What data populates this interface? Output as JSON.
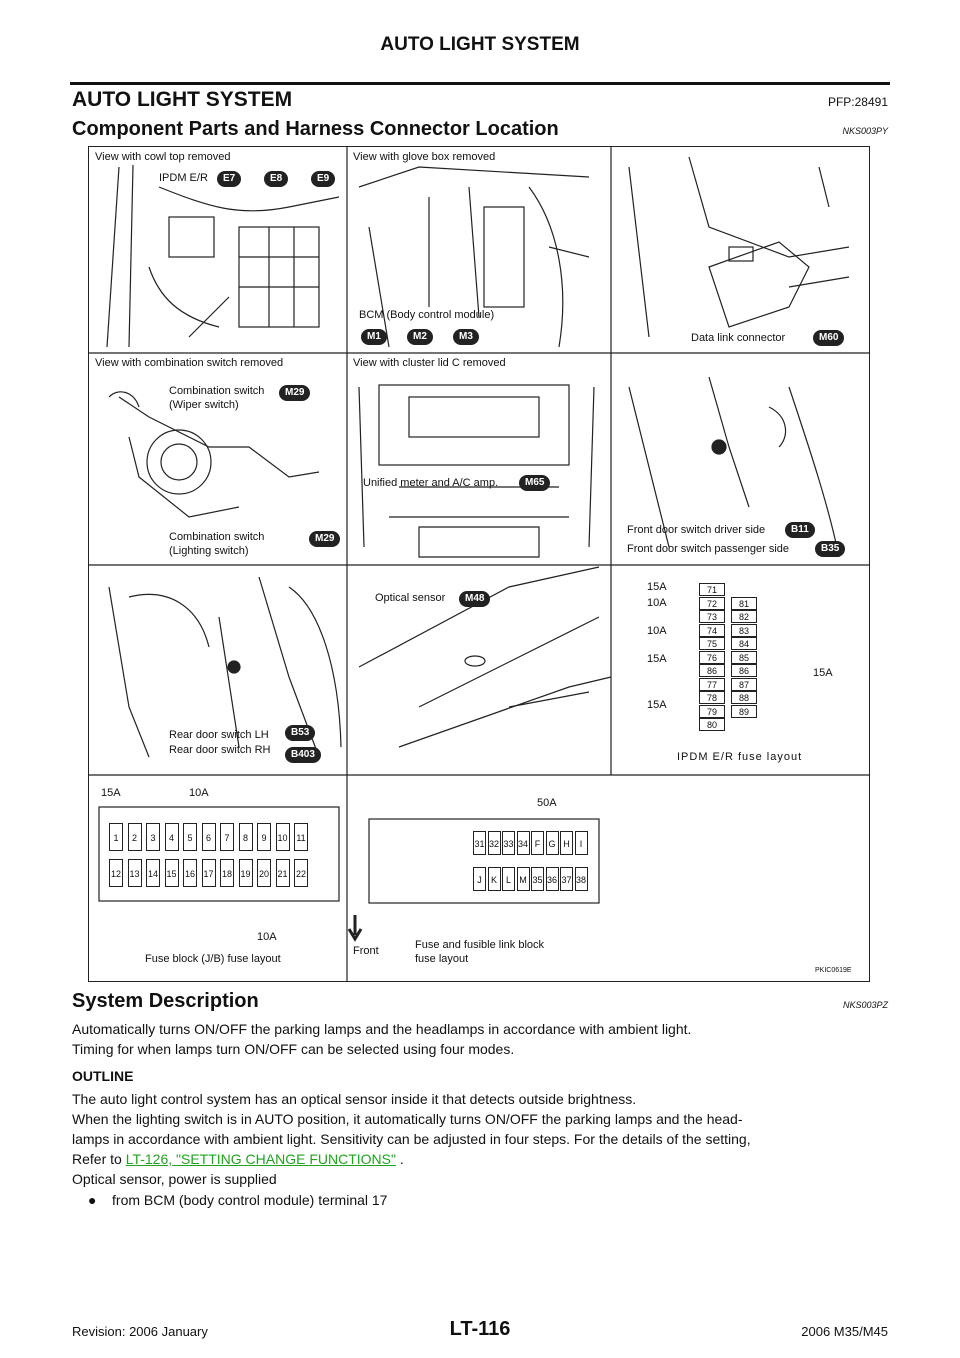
{
  "header": {
    "running_title": "AUTO LIGHT SYSTEM"
  },
  "section": {
    "title": "AUTO LIGHT SYSTEM",
    "code": "PFP:28491"
  },
  "subsection1": {
    "title": "Component Parts and Harness Connector Location",
    "code": "NKS003PY"
  },
  "figure": {
    "panel1_title": "View with cowl top removed",
    "ipdm_label": "IPDM E/R",
    "e7": "E7",
    "e8": "E8",
    "e9": "E9",
    "panel2_title": "View with glove box removed",
    "bcm_label": "BCM (Body control module)",
    "m1": "M1",
    "m2": "M2",
    "m3": "M3",
    "dlc_label": "Data link connector",
    "m60": "M60",
    "panel4_title": "View with combination switch removed",
    "comb_wiper_1": "Combination switch",
    "comb_wiper_2": "(Wiper switch)",
    "m29a": "M29",
    "comb_light_1": "Combination switch",
    "comb_light_2": "(Lighting switch)",
    "m29b": "M29",
    "panel5_title": "View with cluster lid C removed",
    "meter_label": "Unified meter and A/C amp.",
    "m65": "M65",
    "fdsw_driver": "Front door switch driver side",
    "b11": "B11",
    "fdsw_pass": "Front door switch passenger side",
    "b35": "B35",
    "rdsw_lh": "Rear door switch LH",
    "b53": "B53",
    "rdsw_rh": "Rear door switch RH",
    "b403": "B403",
    "optical_label": "Optical sensor",
    "m48": "M48",
    "ipdm_fuse": {
      "caption": "IPDM E/R fuse layout",
      "left_col": [
        "71",
        "72",
        "73",
        "74",
        "75",
        "76",
        "86",
        "77",
        "78",
        "79",
        "80"
      ],
      "right_col": [
        "81",
        "82",
        "83",
        "84",
        "85",
        "86",
        "87",
        "88",
        "89"
      ],
      "amps": [
        "15A",
        "10A",
        "10A",
        "15A",
        "15A",
        "15A"
      ]
    },
    "jb_fuse": {
      "caption": "Fuse block (J/B) fuse layout",
      "top_row": [
        "1",
        "2",
        "3",
        "4",
        "5",
        "6",
        "7",
        "8",
        "9",
        "10",
        "11"
      ],
      "bottom_row": [
        "12",
        "13",
        "14",
        "15",
        "16",
        "17",
        "18",
        "19",
        "20",
        "21",
        "22"
      ],
      "amp_15a": "15A",
      "amp_10a_top": "10A",
      "amp_10a_bottom": "10A"
    },
    "fusible_block": {
      "caption_1": "Fuse and fusible link block",
      "caption_2": "fuse layout",
      "front": "Front",
      "amp_50a": "50A",
      "top_cells": [
        "31",
        "32",
        "33",
        "34",
        "F",
        "G",
        "H",
        "I"
      ],
      "bottom_cells": [
        "J",
        "K",
        "L",
        "M",
        "35",
        "36",
        "37",
        "38"
      ]
    },
    "figure_code": "PKIC0619E"
  },
  "subsection2": {
    "title": "System Description",
    "code": "NKS003PZ"
  },
  "paragraphs": {
    "p1": "Automatically turns ON/OFF the parking lamps and the headlamps in accordance with ambient light.",
    "p2": "Timing for when lamps turn ON/OFF can be selected using four modes."
  },
  "outline": {
    "title": "OUTLINE",
    "l1": "The auto light control system has an optical sensor inside it that detects outside brightness.",
    "l2": "When the lighting switch is in AUTO position, it automatically turns ON/OFF the parking lamps and the head-",
    "l3": "lamps in accordance with ambient light. Sensitivity can be adjusted in four steps. For the details of the setting,",
    "l4_prefix": "Refer to",
    "link": "LT-126, \"SETTING CHANGE FUNCTIONS\"",
    "l4_suffix": " .",
    "l5": "Optical sensor, power is supplied",
    "bullet": "from BCM (body control module) terminal 17"
  },
  "footer": {
    "revision": "Revision: 2006 January",
    "page": "LT-116",
    "model": "2006 M35/M45"
  }
}
